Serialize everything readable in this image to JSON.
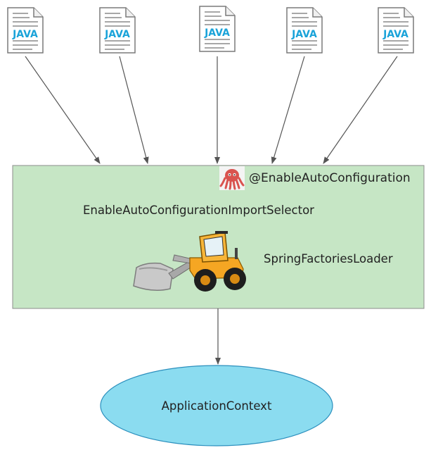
{
  "files": [
    {
      "label": "JAVA",
      "icon": "java-file-icon"
    },
    {
      "label": "JAVA",
      "icon": "java-file-icon"
    },
    {
      "label": "JAVA",
      "icon": "java-file-icon"
    },
    {
      "label": "JAVA",
      "icon": "java-file-icon"
    },
    {
      "label": "JAVA",
      "icon": "java-file-icon"
    }
  ],
  "container": {
    "annotation": "@EnableAutoConfiguration",
    "annotation_icon": "octopus-icon",
    "selector_label": "EnableAutoConfigurationImportSelector",
    "loader_label": "SpringFactoriesLoader",
    "loader_icon": "wheel-loader-icon"
  },
  "context": {
    "label": "ApplicationContext"
  },
  "colors": {
    "container_fill": "#c6e6c5",
    "container_stroke": "#8c8c8c",
    "ellipse_fill": "#8bdcf0",
    "ellipse_stroke": "#2b8fbd",
    "java_text": "#1aa3d9",
    "arrow": "#555555",
    "octopus": "#d9534f",
    "loader_body": "#f5a623"
  }
}
